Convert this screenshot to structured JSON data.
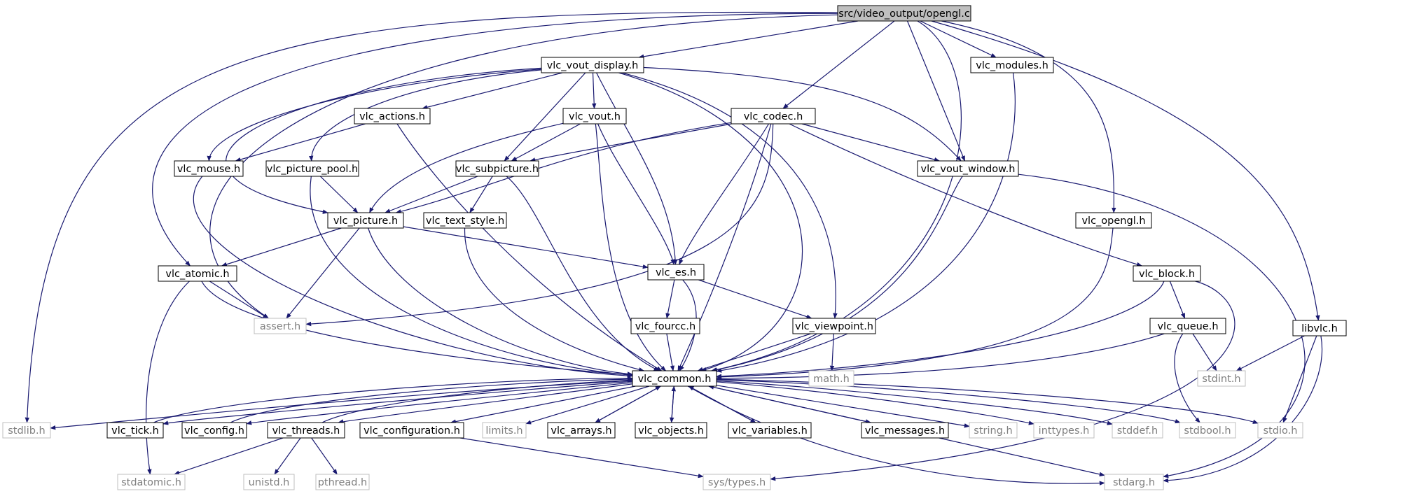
{
  "title": "src/video_output/opengl.c",
  "colors": {
    "edge": "#191970",
    "node_border": "#000000",
    "node_border_system": "#bfbfbf",
    "node_fill": "#ffffff",
    "root_fill": "#bfbfbf",
    "text": "#000000",
    "text_system": "#7f7f7f"
  },
  "nodes": {
    "root": "src/video_output/opengl.c",
    "vout_display": "vlc_vout_display.h",
    "modules": "vlc_modules.h",
    "actions": "vlc_actions.h",
    "vout": "vlc_vout.h",
    "codec": "vlc_codec.h",
    "mouse": "vlc_mouse.h",
    "picture_pool": "vlc_picture_pool.h",
    "subpicture": "vlc_subpicture.h",
    "vout_window": "vlc_vout_window.h",
    "opengl": "vlc_opengl.h",
    "picture": "vlc_picture.h",
    "text_style": "vlc_text_style.h",
    "atomic": "vlc_atomic.h",
    "es": "vlc_es.h",
    "block": "vlc_block.h",
    "assert": "assert.h",
    "fourcc": "vlc_fourcc.h",
    "viewpoint": "vlc_viewpoint.h",
    "queue": "vlc_queue.h",
    "libvlc": "libvlc.h",
    "common": "vlc_common.h",
    "math": "math.h",
    "stdint": "stdint.h",
    "stdlib": "stdlib.h",
    "tick": "vlc_tick.h",
    "config": "vlc_config.h",
    "threads": "vlc_threads.h",
    "configuration": "vlc_configuration.h",
    "limits": "limits.h",
    "arrays": "vlc_arrays.h",
    "objects": "vlc_objects.h",
    "variables": "vlc_variables.h",
    "messages": "vlc_messages.h",
    "string": "string.h",
    "inttypes": "inttypes.h",
    "stddef": "stddef.h",
    "stdbool": "stdbool.h",
    "stdio": "stdio.h",
    "stdatomic": "stdatomic.h",
    "unistd": "unistd.h",
    "pthread": "pthread.h",
    "systypes": "sys/types.h",
    "stdarg": "stdarg.h"
  }
}
